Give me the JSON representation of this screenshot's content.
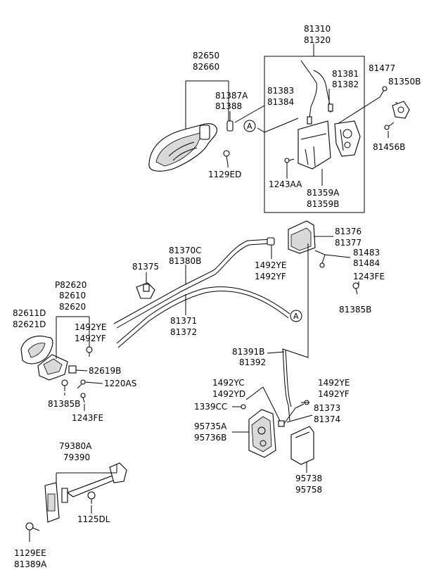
{
  "labels": {
    "l81310": "81310",
    "l81320": "81320",
    "l82650": "82650",
    "l82660": "82660",
    "l81387A": "81387A",
    "l81388": "81388",
    "l81383": "81383",
    "l81384": "81384",
    "l81381": "81381",
    "l81382": "81382",
    "l81477": "81477",
    "l81350B": "81350B",
    "l81456B": "81456B",
    "l1129ED": "1129ED",
    "l1243AA": "1243AA",
    "l81359A": "81359A",
    "l81359B": "81359B",
    "circleA1": "A",
    "l81376": "81376",
    "l81377": "81377",
    "l81370C": "81370C",
    "l81380B": "81380B",
    "l81375": "81375",
    "l1492YE_a": "1492YE",
    "l1492YF_a": "1492YF",
    "l81483": "81483",
    "l81484": "81484",
    "l1243FE_a": "1243FE",
    "l81385B_a": "81385B",
    "lP82620": "P82620",
    "l82610": "82610",
    "l82620": "82620",
    "l81371": "81371",
    "l81372": "81372",
    "circleA2": "A",
    "l82611D": "82611D",
    "l82621D": "82621D",
    "l1492YE_b": "1492YE",
    "l1492YF_b": "1492YF",
    "l81391B": "81391B",
    "l81392": "81392",
    "l82619B": "82619B",
    "l1220AS": "1220AS",
    "l81385B_b": "81385B",
    "l1243FE_b": "1243FE",
    "l1492YC": "1492YC",
    "l1492YD": "1492YD",
    "l1492YE_c": "1492YE",
    "l1492YF_c": "1492YF",
    "l1339CC": "1339CC",
    "l81373": "81373",
    "l81374": "81374",
    "l95735A": "95735A",
    "l95736B": "95736B",
    "l79380A": "79380A",
    "l79390": "79390",
    "l95738": "95738",
    "l95758": "95758",
    "l1125DL": "1125DL",
    "l1129EE": "1129EE",
    "l81389A": "81389A"
  }
}
